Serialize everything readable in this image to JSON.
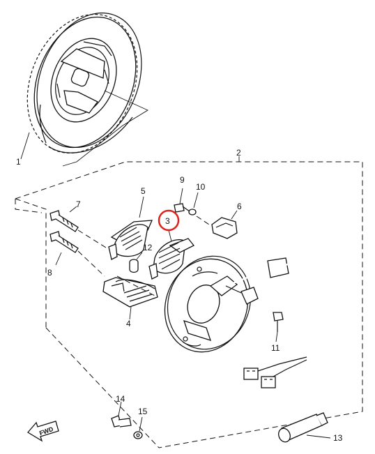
{
  "diagram": {
    "parts": {
      "p1": "1",
      "p2": "2",
      "p3": "3",
      "p4": "4",
      "p5": "5",
      "p6": "6",
      "p7": "7",
      "p8": "8",
      "p9": "9",
      "p10": "10",
      "p11": "11",
      "p12": "12",
      "p13": "13",
      "p14": "14",
      "p15": "15"
    },
    "fwd_label": "FWD",
    "highlight_color": "#e0201c"
  }
}
